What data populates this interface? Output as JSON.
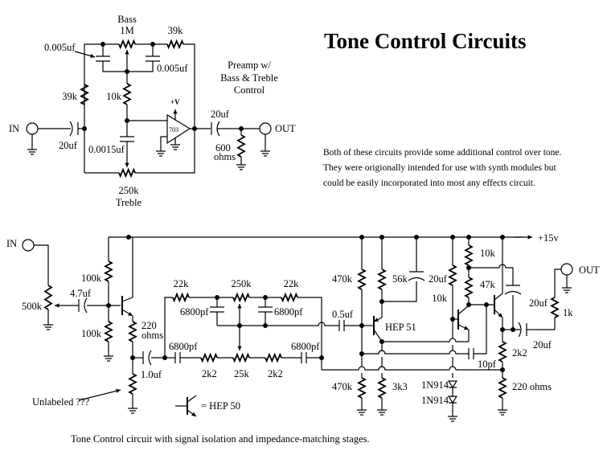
{
  "title": "Tone Control Circuits",
  "description": [
    "Both of these circuits provide some additional control over tone.",
    "They were origionally intended for use with synth modules but",
    "could be easily incorporated into most any effects circuit."
  ],
  "preamp": {
    "title_lines": [
      "Preamp w/",
      "Bass & Treble",
      "Control"
    ],
    "bass_label": "Bass",
    "bass_value": "1M",
    "r_feedback": "39k",
    "c_bass_left": "0.005uf",
    "c_bass_right": "0.005uf",
    "r_input": "39k",
    "r_mid": "10k",
    "supply": "+V",
    "opamp": "703",
    "in_label": "IN",
    "c_in": "20uf",
    "c_treble": "0.0015uf",
    "treble_value": "250k",
    "treble_label": "Treble",
    "c_out": "20uf",
    "r_load_value": "600",
    "r_load_unit": "ohms",
    "out_label": "OUT"
  },
  "tone_circuit": {
    "in_label": "IN",
    "pot_input": "500k",
    "c_input": "4.7uf",
    "r_bias_top": "100k",
    "r_bias_bottom": "100k",
    "r_emitter_value": "220",
    "r_emitter_unit": "ohms",
    "c_coupling": "1.0uf",
    "unlabeled_note": "Unlabeled ???",
    "r_bass_left": "22k",
    "c_bass_left": "6800pf",
    "pot_bass": "250k",
    "r_bass_right": "22k",
    "c_bass_right": "6800pf",
    "c_treble_left": "6800pf",
    "r_treble_left": "2k2",
    "pot_treble": "25k",
    "r_treble_right": "2k2",
    "c_treble_right": "6800pf",
    "c_base": "0.5uf",
    "r_div_top": "470k",
    "r_collector": "56k",
    "c_decouple": "20uf",
    "transistor_hep51": "HEP 51",
    "r_q3_bias": "10k",
    "r_top": "10k",
    "r_47k": "47k",
    "c_bootstrap": "20uf",
    "supply": "+15v",
    "out_label": "OUT",
    "r_out": "1k",
    "c_out": "20uf",
    "r_2k2": "2k2",
    "c_10pf": "10pf",
    "r_div_bottom": "470k",
    "r_3k3": "3k3",
    "diode_1": "1N914",
    "diode_2": "1N914",
    "r_220": "220 ohms",
    "legend_hep50": "= HEP 50"
  },
  "caption": "Tone Control circuit with signal isolation and impedance-matching stages."
}
